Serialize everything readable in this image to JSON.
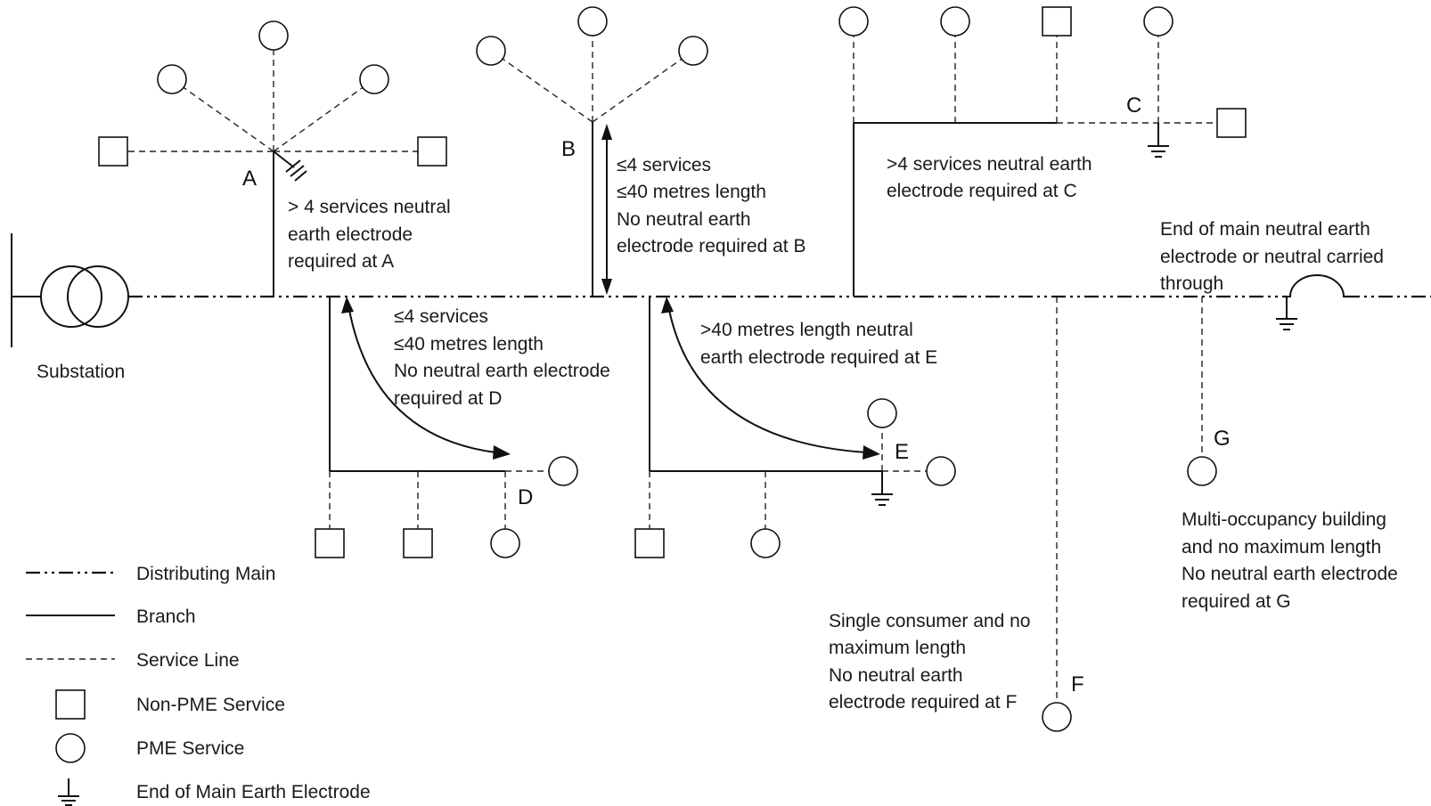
{
  "points": {
    "a": "A",
    "b": "B",
    "c": "C",
    "d": "D",
    "e": "E",
    "f": "F",
    "g": "G"
  },
  "labels": {
    "substation": "Substation"
  },
  "notes": {
    "a": [
      "> 4 services neutral",
      "earth electrode",
      "required at A"
    ],
    "b": [
      "≤4 services",
      "≤40 metres length",
      "No neutral earth",
      "electrode required at B"
    ],
    "c": [
      ">4 services neutral earth",
      "electrode required at C"
    ],
    "d": [
      "≤4 services",
      "≤40 metres length",
      "No neutral earth electrode",
      "required at D"
    ],
    "e": [
      ">40 metres length neutral",
      "earth electrode required at E"
    ],
    "end_of_main": [
      "End of main neutral earth",
      "electrode or neutral carried",
      "through"
    ],
    "f": [
      "Single consumer and no",
      "maximum length",
      "No neutral earth",
      "electrode required at F"
    ],
    "g": [
      "Multi-occupancy building",
      "and no maximum length",
      "No neutral earth electrode",
      "required at G"
    ]
  },
  "legend": [
    {
      "symbol": "distributing-main",
      "label": "Distributing Main"
    },
    {
      "symbol": "branch",
      "label": "Branch"
    },
    {
      "symbol": "service-line",
      "label": "Service Line"
    },
    {
      "symbol": "non-pme-service",
      "label": "Non-PME Service"
    },
    {
      "symbol": "pme-service",
      "label": "PME Service"
    },
    {
      "symbol": "end-of-main-earth-electrode",
      "label": "End of Main Earth Electrode"
    }
  ]
}
